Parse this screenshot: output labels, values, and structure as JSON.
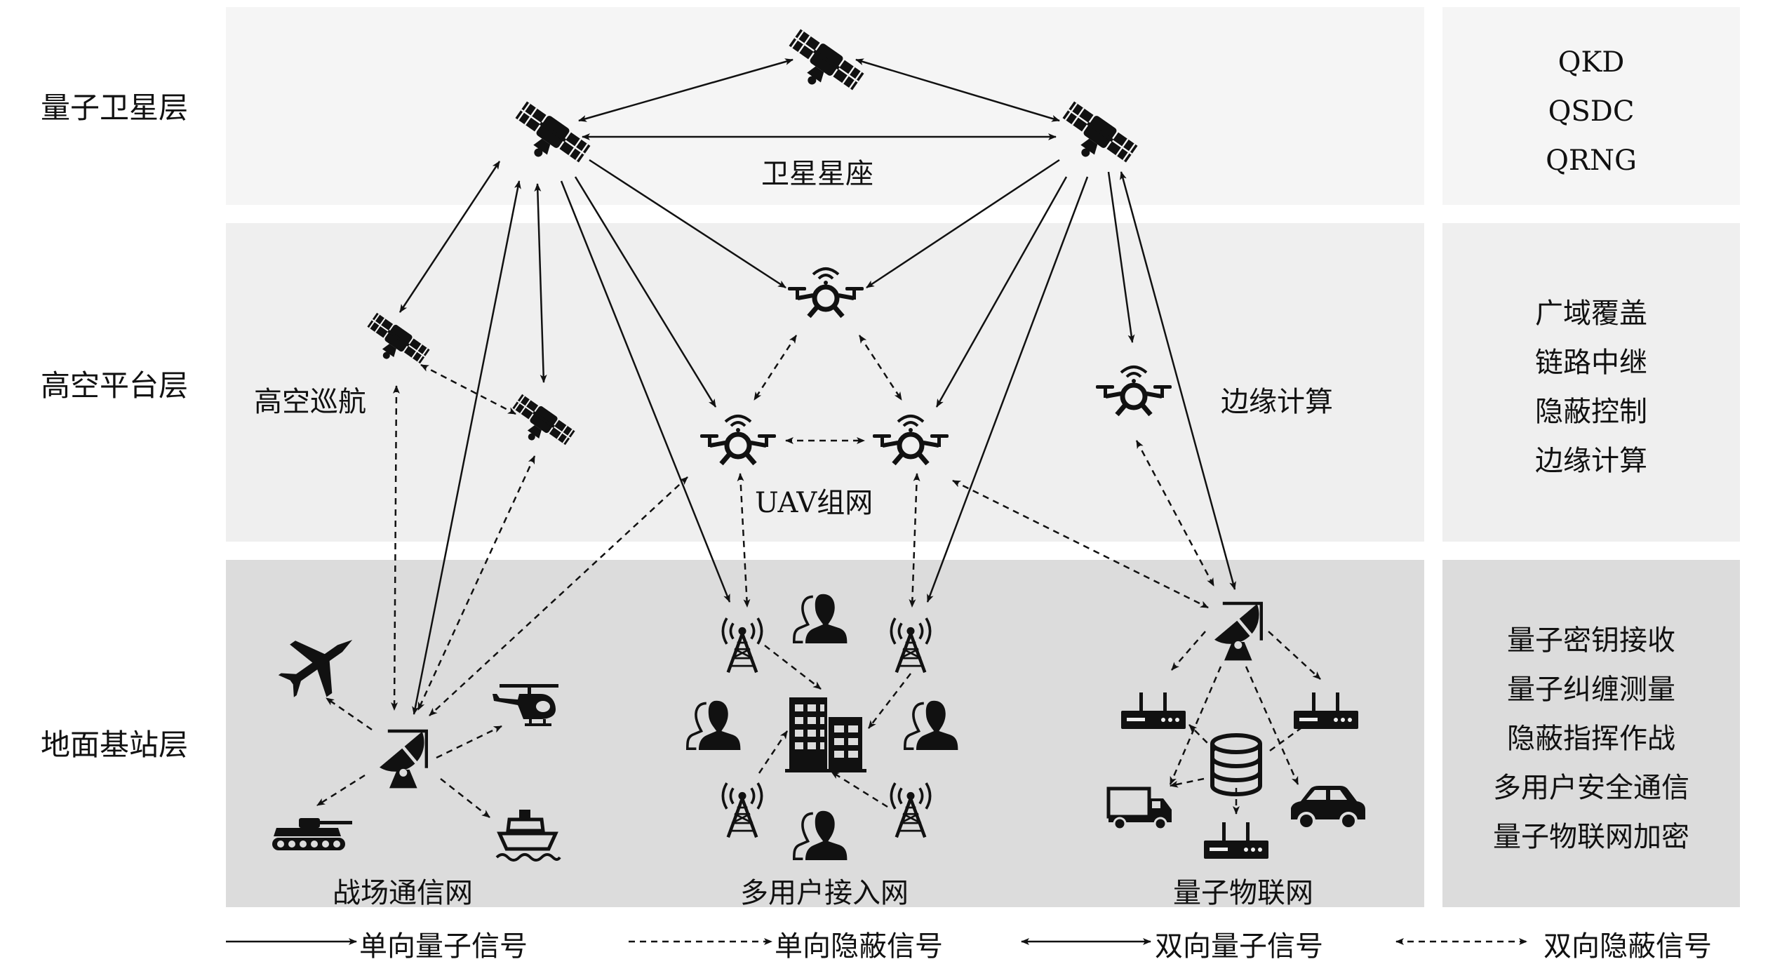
{
  "layers": [
    {
      "name": "量子卫星层"
    },
    {
      "name": "高空平台层"
    },
    {
      "name": "地面基站层"
    }
  ],
  "node_labels": {
    "constellation": "卫星星座",
    "hap": "高空巡航",
    "uav_network": "UAV组网",
    "edge": "边缘计算",
    "battlefield": "战场通信网",
    "multiuser": "多用户接入网",
    "iot": "量子物联网"
  },
  "capabilities": {
    "satellite": [
      "QKD",
      "QSDC",
      "QRNG"
    ],
    "platform": [
      "广域覆盖",
      "链路中继",
      "隐蔽控制",
      "边缘计算"
    ],
    "ground": [
      "量子密钥接收",
      "量子纠缠测量",
      "隐蔽指挥作战",
      "多用户安全通信",
      "量子物联网加密"
    ]
  },
  "legend": [
    {
      "label": "单向量子信号",
      "style": "solid",
      "heads": "one"
    },
    {
      "label": "单向隐蔽信号",
      "style": "dashed",
      "heads": "one"
    },
    {
      "label": "双向量子信号",
      "style": "solid",
      "heads": "two"
    },
    {
      "label": "双向隐蔽信号",
      "style": "dashed",
      "heads": "two"
    }
  ],
  "colors": {
    "satellite_band": "#f5f5f5",
    "platform_band": "#efefef",
    "ground_band": "#dcdcdc",
    "ink": "#111111"
  },
  "icons": [
    "satellite-icon",
    "drone-icon",
    "antenna-tower-icon",
    "user-icon",
    "building-icon",
    "dish-icon",
    "fighter-jet-icon",
    "helicopter-icon",
    "tank-icon",
    "ship-icon",
    "router-icon",
    "database-icon",
    "truck-icon",
    "car-icon"
  ]
}
